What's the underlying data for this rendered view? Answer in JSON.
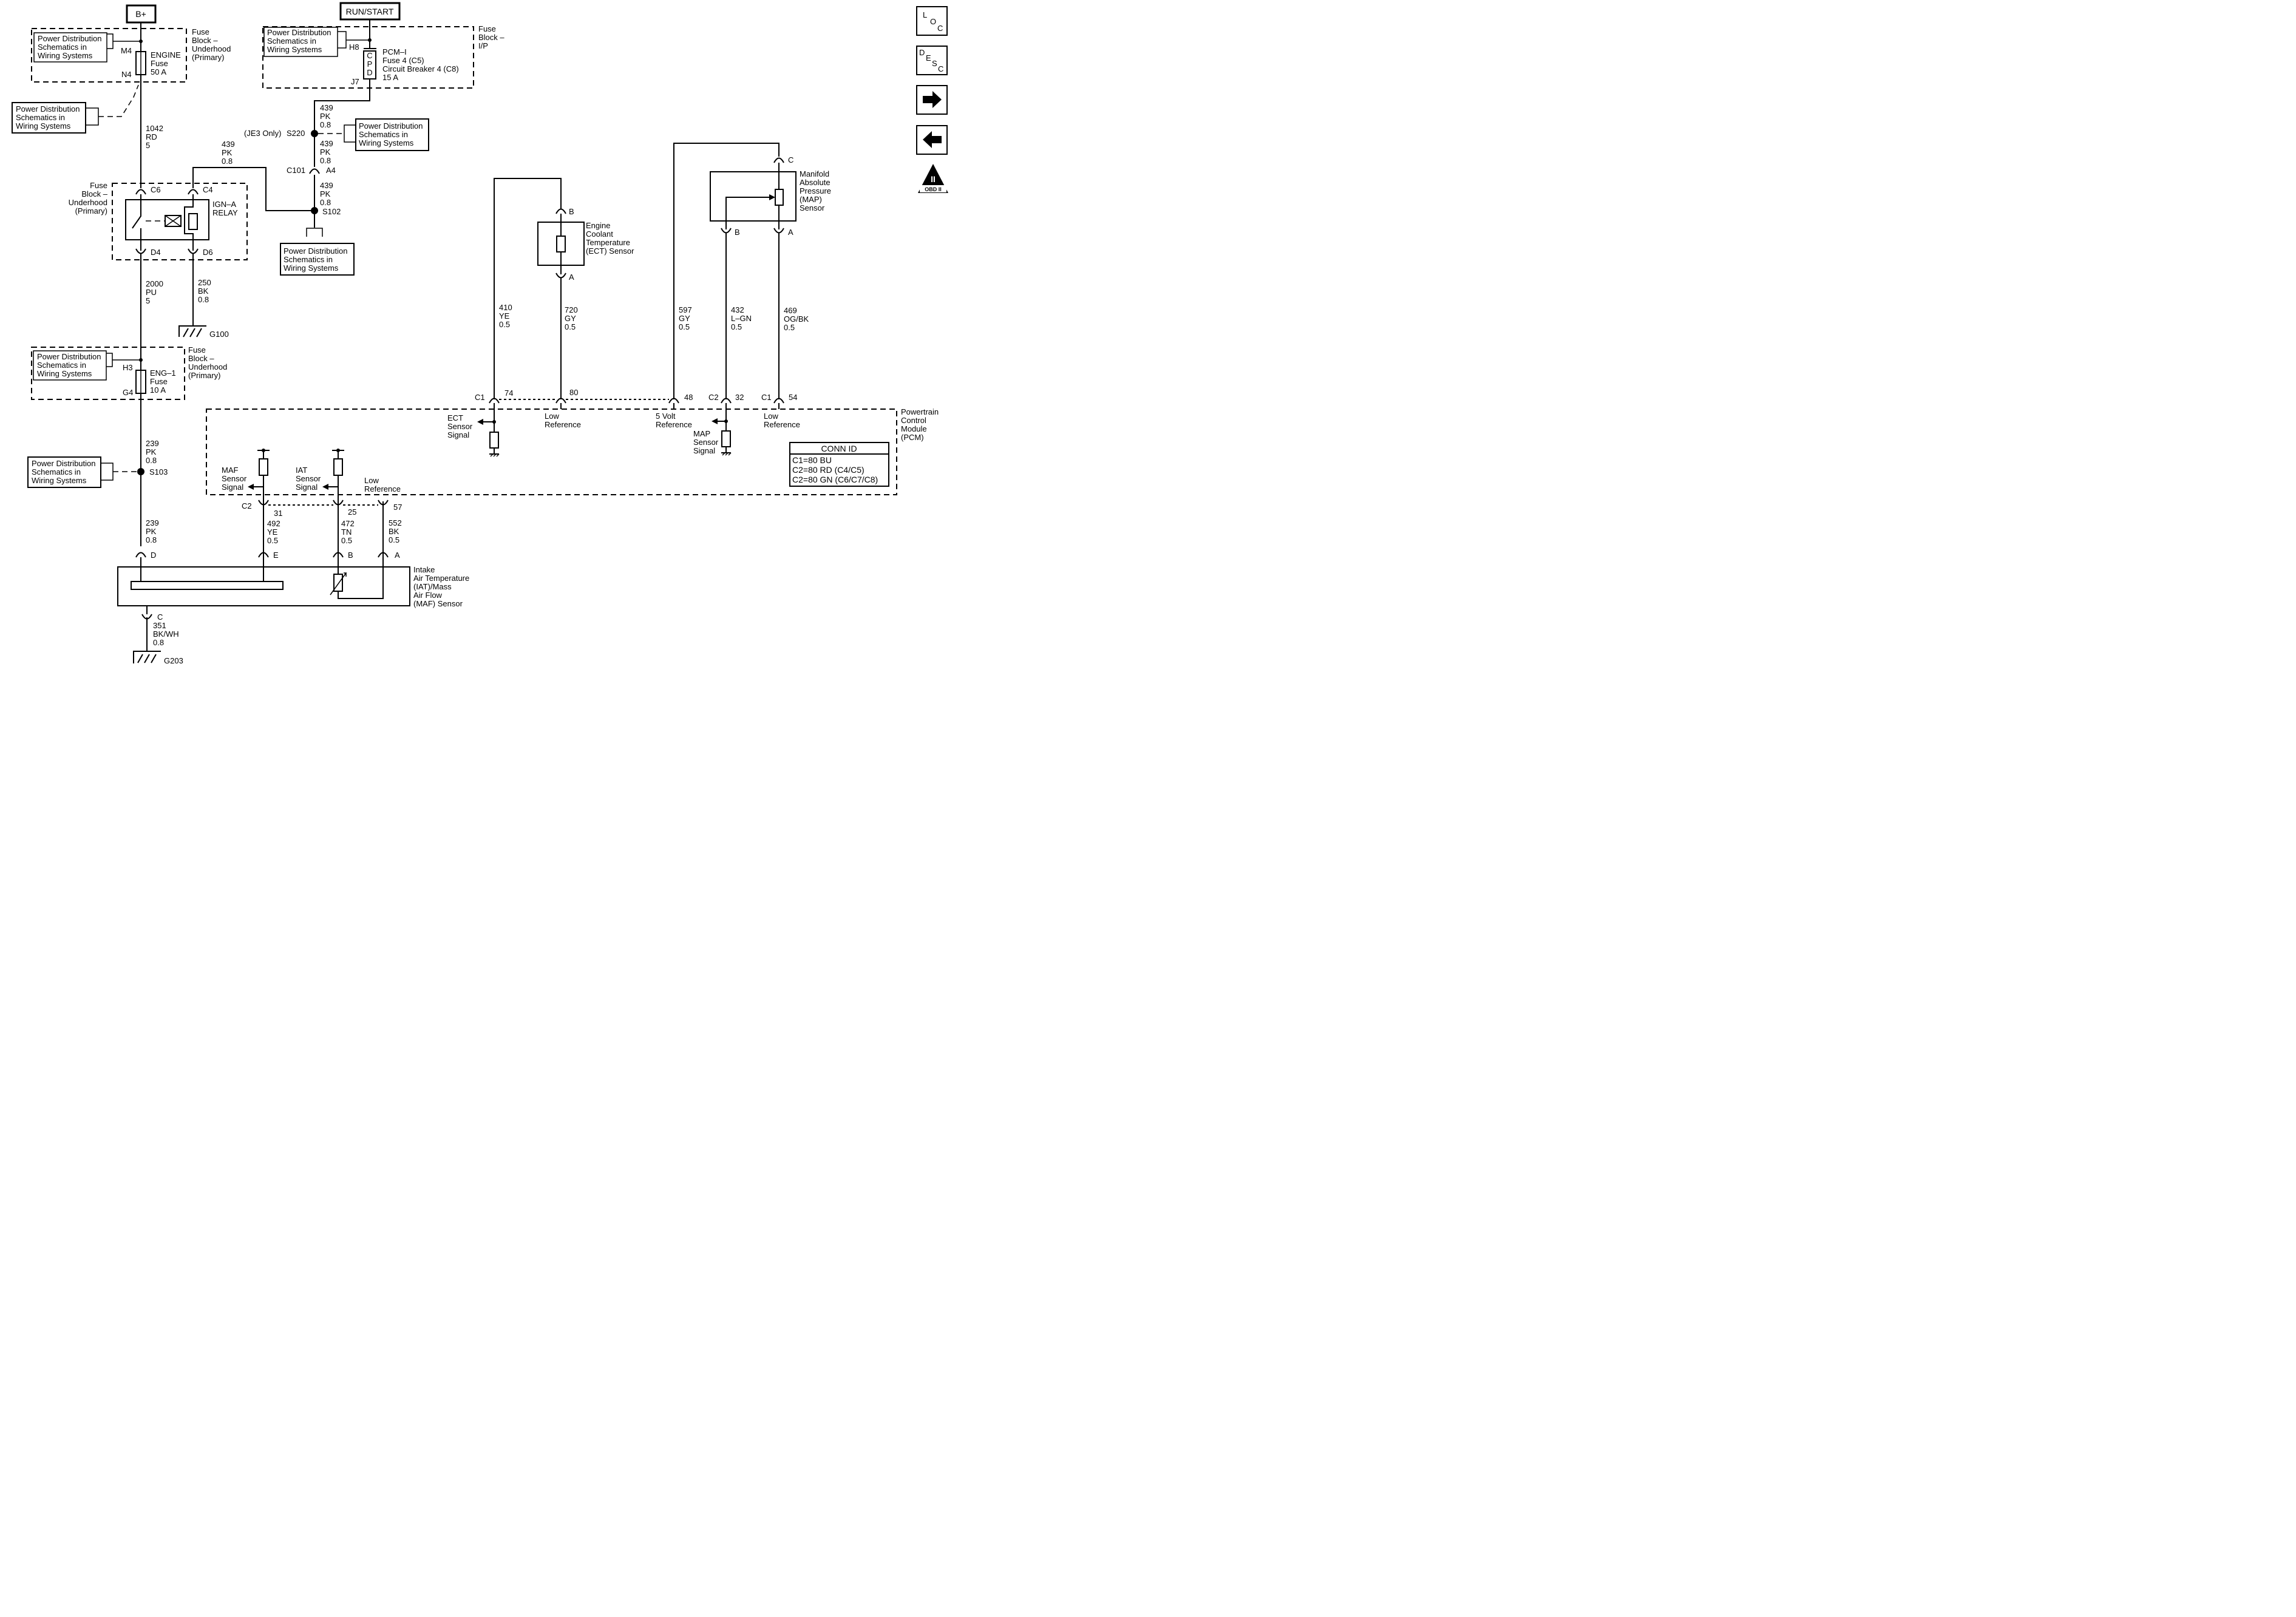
{
  "power": {
    "bplus": "B+",
    "run_start": "RUN/START"
  },
  "ref_box": {
    "line1": "Power Distribution",
    "line2": "Schematics in",
    "line3": "Wiring  Systems"
  },
  "fuse_block_underhood": {
    "line1": "Fuse",
    "line2": "Block –",
    "line3": "Underhood",
    "line4": "(Primary)"
  },
  "fuse_block_ip": {
    "line1": "Fuse",
    "line2": "Block –",
    "line3": "I/P"
  },
  "engine_fuse": {
    "name": "ENGINE",
    "type": "Fuse",
    "rating": "50 A",
    "pin_in": "M4",
    "pin_out": "N4"
  },
  "eng1_fuse": {
    "name": "ENG–1",
    "type": "Fuse",
    "rating": "10 A",
    "pin_in": "H3",
    "pin_out": "G4"
  },
  "pcm_fuse": {
    "letters": [
      "C",
      "P",
      "D"
    ],
    "name": "PCM–I",
    "line2": "Fuse 4 (C5)",
    "line3": "Circuit Breaker 4 (C8)",
    "rating": "15 A",
    "pin_in": "H8",
    "pin_out": "J7"
  },
  "relay": {
    "name": "IGN–A",
    "type": "RELAY",
    "pins": {
      "c6": "C6",
      "c4": "C4",
      "d4": "D4",
      "d6": "D6"
    }
  },
  "wires": {
    "w1042": {
      "num": "1042",
      "color": "RD",
      "gauge": "5"
    },
    "w439a": {
      "num": "439",
      "color": "PK",
      "gauge": "0.8"
    },
    "w439b": {
      "num": "439",
      "color": "PK",
      "gauge": "0.8"
    },
    "w439c": {
      "num": "439",
      "color": "PK",
      "gauge": "0.8"
    },
    "w439d": {
      "num": "439",
      "color": "PK",
      "gauge": "0.8"
    },
    "w2000": {
      "num": "2000",
      "color": "PU",
      "gauge": "5"
    },
    "w250": {
      "num": "250",
      "color": "BK",
      "gauge": "0.8"
    },
    "w239a": {
      "num": "239",
      "color": "PK",
      "gauge": "0.8"
    },
    "w239b": {
      "num": "239",
      "color": "PK",
      "gauge": "0.8"
    },
    "w492": {
      "num": "492",
      "color": "YE",
      "gauge": "0.5"
    },
    "w472": {
      "num": "472",
      "color": "TN",
      "gauge": "0.5"
    },
    "w552": {
      "num": "552",
      "color": "BK",
      "gauge": "0.5"
    },
    "w351": {
      "num": "351",
      "color": "BK/WH",
      "gauge": "0.8"
    },
    "w410": {
      "num": "410",
      "color": "YE",
      "gauge": "0.5"
    },
    "w720": {
      "num": "720",
      "color": "GY",
      "gauge": "0.5"
    },
    "w597": {
      "num": "597",
      "color": "GY",
      "gauge": "0.5"
    },
    "w432": {
      "num": "432",
      "color": "L–GN",
      "gauge": "0.5"
    },
    "w469": {
      "num": "469",
      "color": "OG/BK",
      "gauge": "0.5"
    }
  },
  "splices": {
    "s220": "S220",
    "je3": "(JE3 Only)",
    "s102": "S102",
    "s103": "S103"
  },
  "connectors": {
    "c101": "C101",
    "a4": "A4"
  },
  "grounds": {
    "g100": "G100",
    "g203": "G203"
  },
  "maf_sensor": {
    "line1": "Intake",
    "line2": "Air Temperature",
    "line3": "(IAT)/Mass",
    "line4": "Air Flow",
    "line5": "(MAF) Sensor",
    "pins": {
      "d": "D",
      "e": "E",
      "b": "B",
      "a": "A",
      "c": "C"
    }
  },
  "ect_sensor": {
    "line1": "Engine",
    "line2": "Coolant",
    "line3": "Temperature",
    "line4": "(ECT) Sensor",
    "pin_b": "B",
    "pin_a": "A"
  },
  "map_sensor": {
    "line1": "Manifold",
    "line2": "Absolute",
    "line3": "Pressure",
    "line4": "(MAP)",
    "line5": "Sensor",
    "pin_c": "C",
    "pin_b": "B",
    "pin_a": "A"
  },
  "pcm": {
    "line1": "Powertrain",
    "line2": "Control",
    "line3": "Module",
    "line4": "(PCM)",
    "upper_pins": {
      "c1a": "C1",
      "p74": "74",
      "p80": "80",
      "p48": "48",
      "c2": "C2",
      "p32": "32",
      "c1b": "C1",
      "p54": "54"
    },
    "lower_pins": {
      "c2": "C2",
      "p31": "31",
      "p25": "25",
      "p57": "57"
    },
    "ect_signal": {
      "line1": "ECT",
      "line2": "Sensor",
      "line3": "Signal"
    },
    "low_ref": {
      "line1": "Low",
      "line2": "Reference"
    },
    "five_volt": {
      "line1": "5 Volt",
      "line2": "Reference"
    },
    "map_signal": {
      "line1": "MAP",
      "line2": "Sensor",
      "line3": "Signal"
    },
    "maf_signal": {
      "line1": "MAF",
      "line2": "Sensor",
      "line3": "Signal"
    },
    "iat_signal": {
      "line1": "IAT",
      "line2": "Sensor",
      "line3": "Signal"
    },
    "conn_id": {
      "title": "CONN ID",
      "rows": [
        "C1=80 BU",
        "C2=80 RD (C4/C5)",
        "C2=80 GN (C6/C7/C8)"
      ]
    }
  },
  "nav": {
    "loc": [
      "L",
      "O",
      "C"
    ],
    "desc": [
      "D",
      "E",
      "S",
      "C"
    ],
    "next_icon": "arrow-right-icon",
    "prev_icon": "arrow-left-icon",
    "obd": {
      "numeral": "II",
      "label": "OBD II"
    }
  }
}
